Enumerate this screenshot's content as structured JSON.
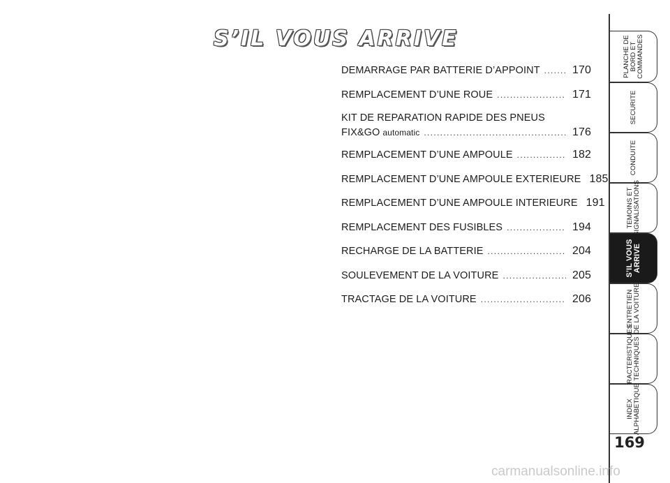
{
  "title": "S’IL VOUS ARRIVE",
  "toc": [
    {
      "label": "DEMARRAGE PAR BATTERIE D’APPOINT",
      "page": "170"
    },
    {
      "label": "REMPLACEMENT D’UNE ROUE",
      "page": "171"
    },
    {
      "label_line1": "KIT DE REPARATION RAPIDE DES PNEUS",
      "label_line2a": "FIX&GO",
      "label_line2b": "automatic",
      "page": "176"
    },
    {
      "label": "REMPLACEMENT D’UNE AMPOULE",
      "page": "182"
    },
    {
      "label": "REMPLACEMENT D’UNE AMPOULE EXTERIEURE",
      "page": "185"
    },
    {
      "label": "REMPLACEMENT D’UNE AMPOULE INTERIEURE",
      "page": "191"
    },
    {
      "label": "REMPLACEMENT DES FUSIBLES",
      "page": "194"
    },
    {
      "label": "RECHARGE DE LA BATTERIE",
      "page": "204"
    },
    {
      "label": "SOULEVEMENT DE LA VOITURE",
      "page": "205"
    },
    {
      "label": "TRACTAGE DE LA VOITURE",
      "page": "206"
    }
  ],
  "tabs": [
    {
      "l1": "PLANCHE DE",
      "l2": "BORD ET",
      "l3": "COMMANDES"
    },
    {
      "l1": "SECURITE"
    },
    {
      "l1": "CONDUITE"
    },
    {
      "l1": "TEMOINS ET",
      "l2": "SIGNALISATIONS"
    },
    {
      "l1": "S’IL VOUS",
      "l2": "ARRIVE"
    },
    {
      "l1": "ENTRETIEN",
      "l2": "DE LA VOITURE"
    },
    {
      "l1": "CARACTERISTIQUES",
      "l2": "TECHNIQUES"
    },
    {
      "l1": "INDEX",
      "l2": "ALPHABETIQUE"
    }
  ],
  "page_number": "169",
  "watermark": "carmanualsonline.info"
}
